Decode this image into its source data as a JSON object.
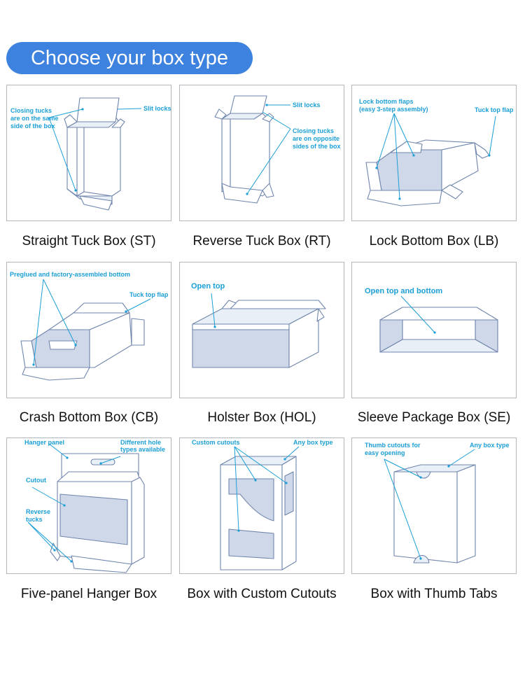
{
  "header": {
    "title": "Choose your box type"
  },
  "colors": {
    "accent": "#3d82de",
    "annotation": "#1b9fd6",
    "outline": "#6f85ac"
  },
  "cards": [
    {
      "caption": "Straight Tuck Box (ST)",
      "annotations": [
        "Closing tucks",
        "are on the same",
        "side of the box",
        "Slit locks"
      ]
    },
    {
      "caption": "Reverse Tuck Box (RT)",
      "annotations": [
        "Slit locks",
        "Closing tucks",
        "are on opposite",
        "sides of the box"
      ]
    },
    {
      "caption": "Lock Bottom Box (LB)",
      "annotations": [
        "Lock bottom flaps",
        "(easy 3-step assembly)",
        "Tuck top flap"
      ]
    },
    {
      "caption": "Crash Bottom Box (CB)",
      "annotations": [
        "Preglued and factory-assembled bottom",
        "Tuck top flap"
      ]
    },
    {
      "caption": "Holster Box (HOL)",
      "annotations": [
        "Open top"
      ]
    },
    {
      "caption": "Sleeve Package Box (SE)",
      "annotations": [
        "Open top and bottom"
      ]
    },
    {
      "caption": "Five-panel Hanger Box",
      "annotations": [
        "Hanger panel",
        "Different hole",
        "types available",
        "Cutout",
        "Reverse",
        "tucks"
      ]
    },
    {
      "caption": "Box with Custom Cutouts",
      "annotations": [
        "Custom cutouts",
        "Any box type"
      ]
    },
    {
      "caption": "Box with Thumb Tabs",
      "annotations": [
        "Thumb cutouts for",
        "easy opening",
        "Any box type"
      ]
    }
  ]
}
